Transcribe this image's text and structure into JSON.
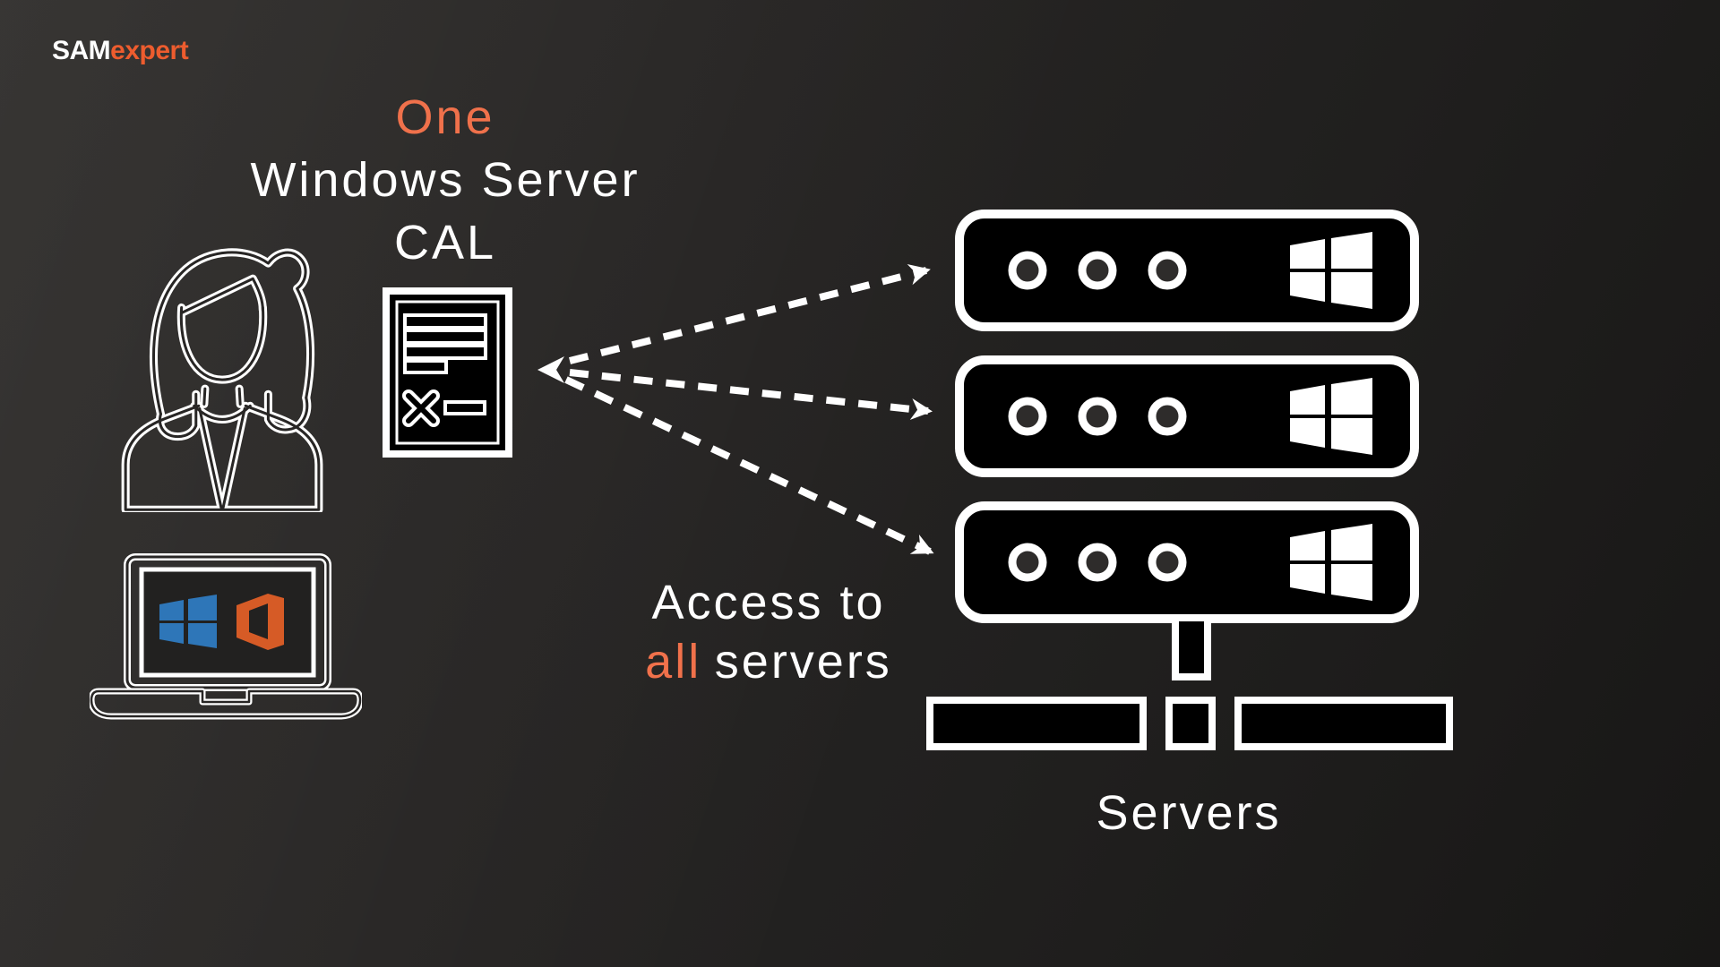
{
  "brand": {
    "name_white": "SAM",
    "name_orange": "expert"
  },
  "cal_block": {
    "line1": "One",
    "line2": "Windows Server",
    "line3": "CAL"
  },
  "access_block": {
    "line1": "Access to",
    "highlight": "all",
    "line2_rest": "servers"
  },
  "servers_caption": "Servers",
  "diagram": {
    "user_icon": "female-user-icon",
    "device_icon": "laptop-with-windows-and-office-icon",
    "license_icon": "cal-license-document-icon",
    "server_icons": [
      "windows-server-1",
      "windows-server-2",
      "windows-server-3"
    ],
    "arrow_style": "dashed-fan-from-cal-to-all-servers"
  },
  "colors": {
    "accent-orange": "#F0714B",
    "brand-orange": "#ED5C2E",
    "windows-blue": "#2E76B8",
    "office-orange": "#D65B26",
    "bg-light": "#2D2B29",
    "bg-dark": "#181716",
    "icon-stroke": "#FFFFFF",
    "icon-fill": "#000000"
  }
}
